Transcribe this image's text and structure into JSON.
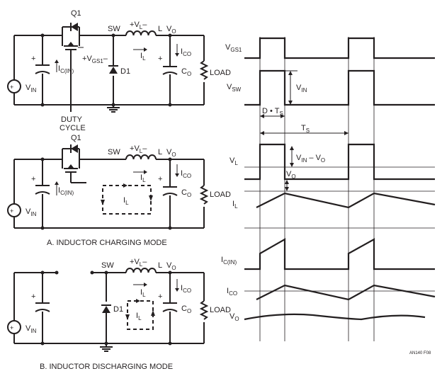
{
  "labels": {
    "q1": "Q1",
    "sw": "SW",
    "vo_node": "V",
    "vo_node_sub": "O",
    "l": "L",
    "vl_plus": "+",
    "vl": "V",
    "vl_sub": "L",
    "vl_minus": "–",
    "il": "I",
    "il_sub": "L",
    "ico": "I",
    "ico_sub": "CO",
    "co": "C",
    "co_sub": "O",
    "load": "LOAD",
    "d1": "D1",
    "vin": "V",
    "vin_sub": "IN",
    "icin": "I",
    "icin_sub": "C(IN)",
    "vgs_plus": "+",
    "vgs": "V",
    "vgs_sub": "GS1",
    "vgs_minus": "–",
    "plus": "+",
    "duty_line1": "DUTY",
    "duty_line2": "CYCLE"
  },
  "captions": {
    "a": "A. INDUCTOR CHARGING MODE",
    "b": "B. INDUCTOR DISCHARGING MODE"
  },
  "waveforms": {
    "vgs1": {
      "label": "V",
      "sub": "GS1"
    },
    "vsw": {
      "label": "V",
      "sub": "SW"
    },
    "vin_amp": {
      "label": "V",
      "sub": "IN"
    },
    "duty": {
      "label": "D • T",
      "sub": "S"
    },
    "ts": {
      "label": "T",
      "sub": "S"
    },
    "vl": {
      "label": "V",
      "sub": "L"
    },
    "vl_pos": {
      "label": "V",
      "sub": "IN",
      "rest": " – V",
      "rest_sub": "O"
    },
    "vl_neg": {
      "label": "V",
      "sub": "O"
    },
    "il": {
      "label": "I",
      "sub": "L"
    },
    "icin": {
      "label": "I",
      "sub": "C(IN)"
    },
    "ico": {
      "label": "I",
      "sub": "CO"
    },
    "vo": {
      "label": "V",
      "sub": "O"
    }
  },
  "figure_id": "AN140 F08"
}
